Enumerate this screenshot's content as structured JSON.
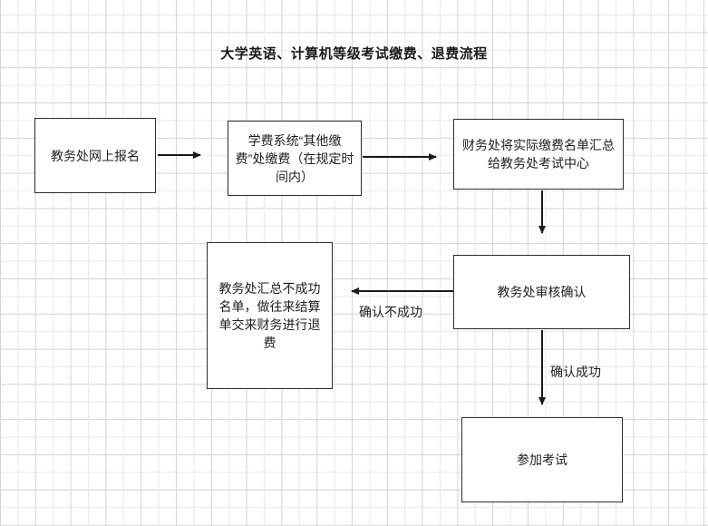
{
  "title": "大学英语、计算机等级考试缴费、退费流程",
  "nodes": [
    {
      "id": "register",
      "label": "教务处网上报名"
    },
    {
      "id": "pay",
      "label": "学费系统“其他缴费”处缴费（在规定时间内）"
    },
    {
      "id": "finance",
      "label": "财务处将实际缴费名单汇总给教务处考试中心"
    },
    {
      "id": "review",
      "label": "教务处审核确认"
    },
    {
      "id": "refund",
      "label": "教务处汇总不成功名单，做往来结算单交来财务进行退费"
    },
    {
      "id": "exam",
      "label": "参加考试"
    }
  ],
  "edge_labels": {
    "fail": "确认不成功",
    "success": "确认成功"
  },
  "colors": {
    "background": "#ffffff",
    "grid_line_dark": "#d4d4d4",
    "grid_line_light": "#e9e9e9",
    "box_border": "#2b2b2b",
    "text": "#1f1f1f",
    "arrow": "#1a1a1a"
  }
}
